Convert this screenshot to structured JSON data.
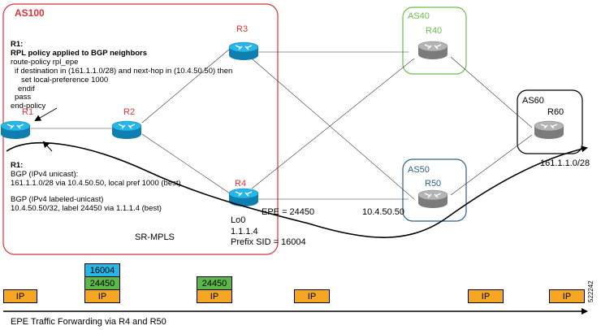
{
  "as100": {
    "title": "AS100",
    "label": "SR-MPLS"
  },
  "as40": {
    "title": "AS40"
  },
  "as50": {
    "title": "AS50"
  },
  "as60": {
    "title": "AS60",
    "prefix": "161.1.1.0/28"
  },
  "routers": {
    "r1": "R1",
    "r2": "R2",
    "r3": "R3",
    "r4": "R4",
    "r40": "R40",
    "r50": "R50",
    "r60": "R60"
  },
  "policy": {
    "heading": "R1:",
    "title": "RPL policy applied to BGP neighbors",
    "lines": [
      "route-policy rpl_epe",
      "if destination in (161.1.1.0/28) and next-hop in (10.4.50.50) then",
      "set local-preference 1000",
      "endif",
      "pass",
      "end-policy"
    ]
  },
  "bgp": {
    "heading": "R1:",
    "lines": [
      "BGP (IPv4 unicast):",
      "161.1.1.0/28 via 10.4.50.50, local pref 1000 (best)",
      "BGP (IPv4 labeled-unicast)",
      "10.4.50.50/32, label 24450 via 1.1.1.4 (best)"
    ]
  },
  "r4info": {
    "lo": "Lo0",
    "addr": "1.1.1.4",
    "sid": "Prefix SID = 16004"
  },
  "epe_label": "EPE = 24450",
  "nexthop": "10.4.50.50",
  "packets": {
    "ip": "IP",
    "label_16004": "16004",
    "label_24450": "24450"
  },
  "caption": "EPE Traffic Forwarding via R4 and R50",
  "figure_id": "522242",
  "colors": {
    "as100": "#d9323a",
    "as40": "#6abf4b",
    "as50": "#2f5f8a",
    "router_blue": "#1aa3d9",
    "router_gray": "#9a9a9a",
    "ip": "#f5a623",
    "label_green": "#5cb84a",
    "label_cyan": "#27b6e8"
  }
}
